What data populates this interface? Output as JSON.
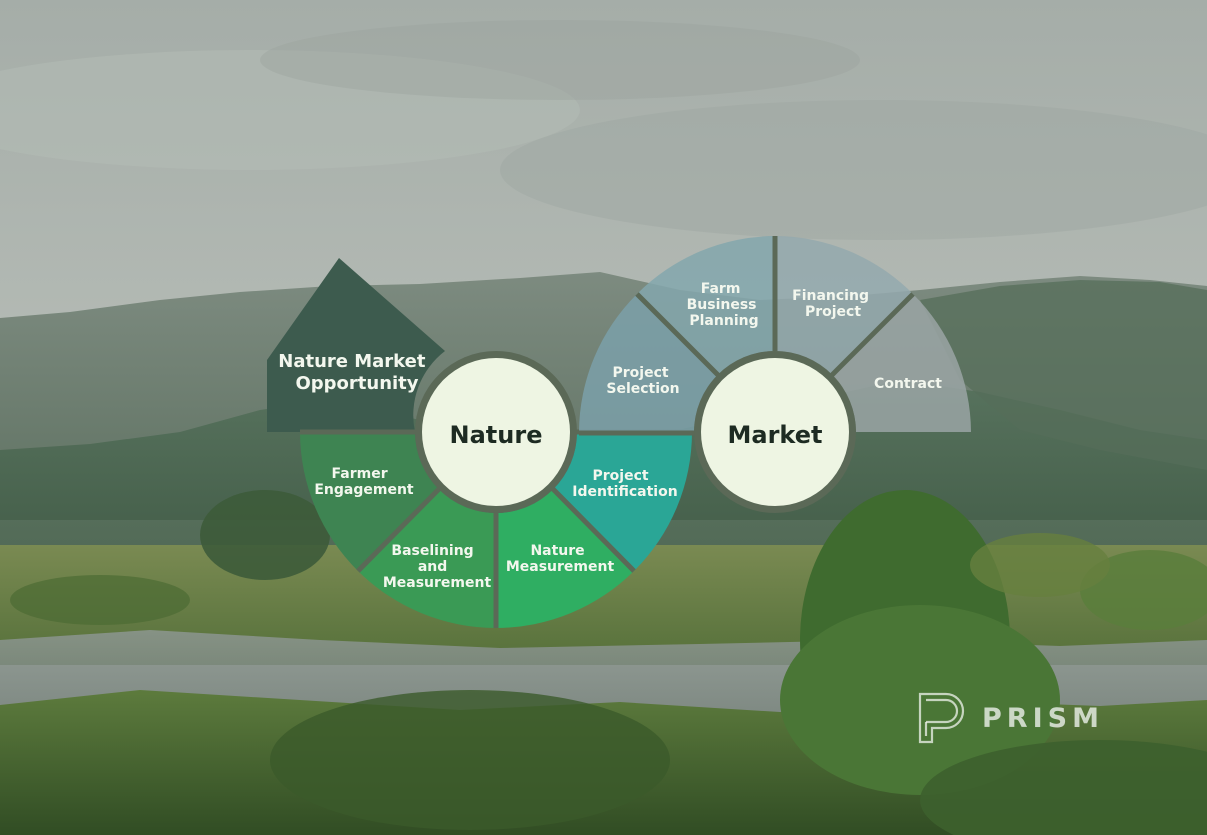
{
  "diagram": {
    "nature_hub": {
      "label": "Nature",
      "segments": [
        {
          "id": "nature-market-opportunity",
          "lines": [
            "Nature Market",
            "Opportunity"
          ],
          "color": "#3d5b4e"
        },
        {
          "id": "farmer-engagement",
          "lines": [
            "Farmer",
            "Engagement"
          ],
          "color": "#3e8452"
        },
        {
          "id": "baselining-and-measurement",
          "lines": [
            "Baselining",
            "and",
            "Measurement"
          ],
          "color": "#3a9a55"
        },
        {
          "id": "nature-measurement",
          "lines": [
            "Nature",
            "Measurement"
          ],
          "color": "#2fae62"
        },
        {
          "id": "project-identification",
          "lines": [
            "Project",
            "Identification"
          ],
          "color": "#2aa696"
        }
      ]
    },
    "market_hub": {
      "label": "Market",
      "segments": [
        {
          "id": "project-selection",
          "lines": [
            "Project",
            "Selection"
          ],
          "color": "#7ba0a9"
        },
        {
          "id": "farm-business-planning",
          "lines": [
            "Farm",
            "Business",
            "Planning"
          ],
          "color": "#84a7ad"
        },
        {
          "id": "financing-project",
          "lines": [
            "Financing",
            "Project"
          ],
          "color": "#94a9ae"
        },
        {
          "id": "contract",
          "lines": [
            "Contract"
          ],
          "color": "#9aa4a4"
        }
      ]
    },
    "hub_fill": "#eef5e3",
    "hub_ring": "#5b6957"
  },
  "logo": {
    "text": "PRISM"
  }
}
